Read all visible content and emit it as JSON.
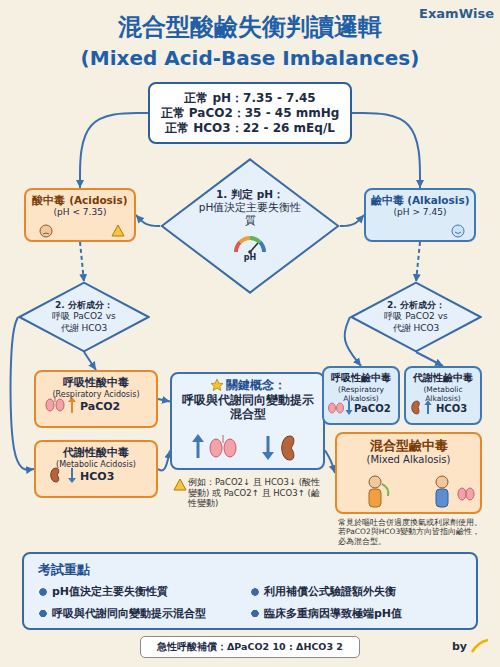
{
  "diagram": {
    "title": "混合型酸鹼失衡判讀邏輯",
    "nodes": [
      {
        "text": [
          "正常 pH：7.35 - 7.45",
          "正常 PaCO2：35 - 45 mmHg",
          "正常 HCO3：22 - 26 mEq/L"
        ]
      },
      {
        "text": [
          "酸中毒 (Acidosis)",
          "(pH < 7.35)"
        ]
      },
      {
        "text": [
          "1. 判定 pH：",
          "pH值決定主要失衡性質"
        ]
      },
      {
        "text": [
          "鹼中毒 (Alkalosis)",
          "(pH > 7.45)"
        ]
      },
      {
        "text": [
          "2. 分析成分：",
          "呼吸 PaCO2 vs 代謝 HCO3"
        ]
      },
      {
        "text": [
          "2. 分析成分：",
          "呼吸 PaCO2 vs 代謝 HCO3"
        ]
      },
      {
        "text": [
          "呼吸性酸中毒",
          "(Respiratory Acidosis)",
          "PaCO2"
        ]
      },
      {
        "text": [
          "代謝性酸中毒",
          "(Metabolic Acidosis)",
          "HCO3"
        ]
      },
      {
        "text": [
          "關鍵概念：",
          "呼吸與代謝同向變動提示混合型"
        ]
      },
      {
        "text": [
          "呼吸性鹼中毒",
          "(Respiratory Alkalosis)",
          "PaCO2"
        ]
      },
      {
        "text": [
          "代謝性鹼中毒",
          "(Metabolic Alkalosis)",
          "HCO3"
        ]
      },
      {
        "text": [
          "混合型鹼中毒",
          "(Mixed Alkalosis)"
        ]
      },
      {
        "text": [
          "考試重點",
          "pH值決定主要失衡性質",
          "利用補償公式驗證額外失衡",
          "呼吸與代謝同向變動提示混合型",
          "臨床多重病因導致極端pH值"
        ]
      },
      {
        "text": [
          "急性呼酸補償：ΔPaCO2 10 : ΔHCO3 2"
        ]
      }
    ],
    "edges": [
      {
        "from": 0,
        "to": 1,
        "arrow": "to"
      },
      {
        "from": 0,
        "to": 3,
        "arrow": "to"
      },
      {
        "from": 2,
        "to": 1,
        "arrow": "to"
      },
      {
        "from": 2,
        "to": 3,
        "arrow": "to"
      },
      {
        "from": 1,
        "to": 4,
        "arrow": "to"
      },
      {
        "from": 3,
        "to": 5,
        "arrow": "to"
      },
      {
        "from": 4,
        "to": 6,
        "arrow": "to"
      },
      {
        "from": 4,
        "to": 7,
        "arrow": "to"
      },
      {
        "from": 5,
        "to": 9,
        "arrow": "to"
      },
      {
        "from": 5,
        "to": 10,
        "arrow": "to"
      },
      {
        "from": 6,
        "to": 8,
        "arrow": "to"
      },
      {
        "from": 7,
        "to": 8,
        "arrow": "to"
      },
      {
        "from": 8,
        "to": 11,
        "arrow": "to"
      }
    ],
    "labels": [
      "ExamWise",
      "(Mixed Acid-Base Imbalances)",
      "pH",
      "例如：PaCO2↓ 且 HCO3↓ (酸性變動) 或 PaCO2↑ 且 HCO3↑ (鹼性變動)",
      "常見於嘔吐合併過度換氣或利尿劑使用。若PaCO2與HCO3變動方向皆指向鹼性，必為混合型。",
      "by"
    ]
  }
}
